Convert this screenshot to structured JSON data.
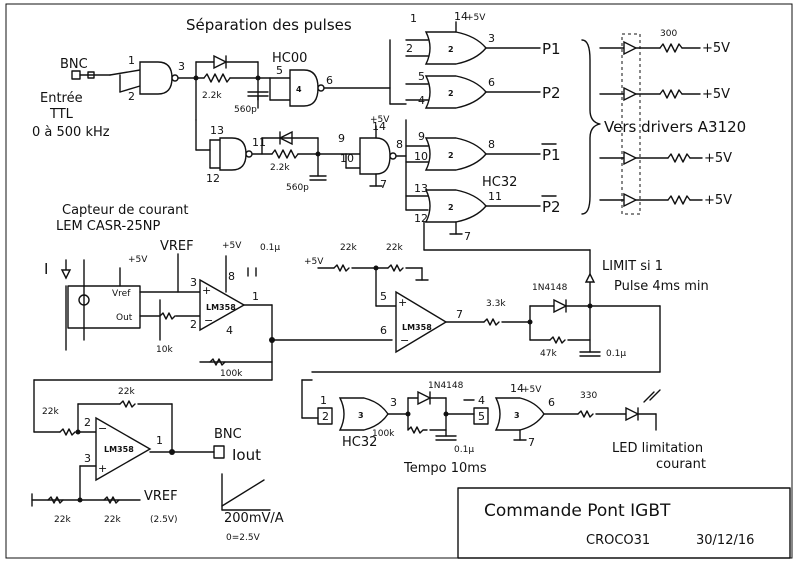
{
  "bnc_in": {
    "label": "BNC",
    "entree": "Entrée",
    "ttl": "TTL",
    "range": "0 à 500 kHz"
  },
  "separation": {
    "title": "Séparation des pulses",
    "r_a": "2.2k",
    "c_a": "560p",
    "r_b": "2.2k",
    "c_b": "560p",
    "chip": "HC00"
  },
  "power": {
    "vcc": "+5V"
  },
  "or_gates": {
    "chip": "HC32",
    "out1": "P1",
    "out2": "P2",
    "out3": "P1",
    "out4": "P2"
  },
  "drivers": {
    "label": "Vers drivers A3120",
    "r_top": "300"
  },
  "sensor": {
    "title": "Capteur de courant",
    "model": "LEM CASR-25NP",
    "i_label": "I",
    "vref": "VREF",
    "pin_vref": "Vref",
    "pin_out": "Out",
    "r1": "10k",
    "r2": "100k",
    "cap": "0.1µ",
    "opamp": "LM358"
  },
  "comparator": {
    "r1": "22k",
    "r2": "22k",
    "opamp": "LM358",
    "r_out": "3.3k",
    "diode": "1N4148",
    "r_b": "47k",
    "cap": "0.1µ",
    "limit": "LIMIT si 1",
    "pulse": "Pulse 4ms min"
  },
  "amplifier": {
    "r_fb": "22k",
    "r_in": "22k",
    "r_gnd": "22k",
    "r_ref": "22k",
    "opamp": "LM358",
    "vref": "VREF",
    "vref_val": "(2.5V)",
    "bnc": "BNC",
    "iout": "Iout",
    "scale": "200mV/A",
    "offset": "0=2.5V"
  },
  "tempo": {
    "chip": "HC32",
    "r": "100k",
    "diode": "1N4148",
    "cap": "0.1µ",
    "label": "Tempo 10ms",
    "r_led": "330",
    "led1": "LED limitation",
    "led2": "courant"
  },
  "title_block": {
    "title": "Commande Pont IGBT",
    "author": "CROCO31",
    "date": "30/12/16"
  }
}
